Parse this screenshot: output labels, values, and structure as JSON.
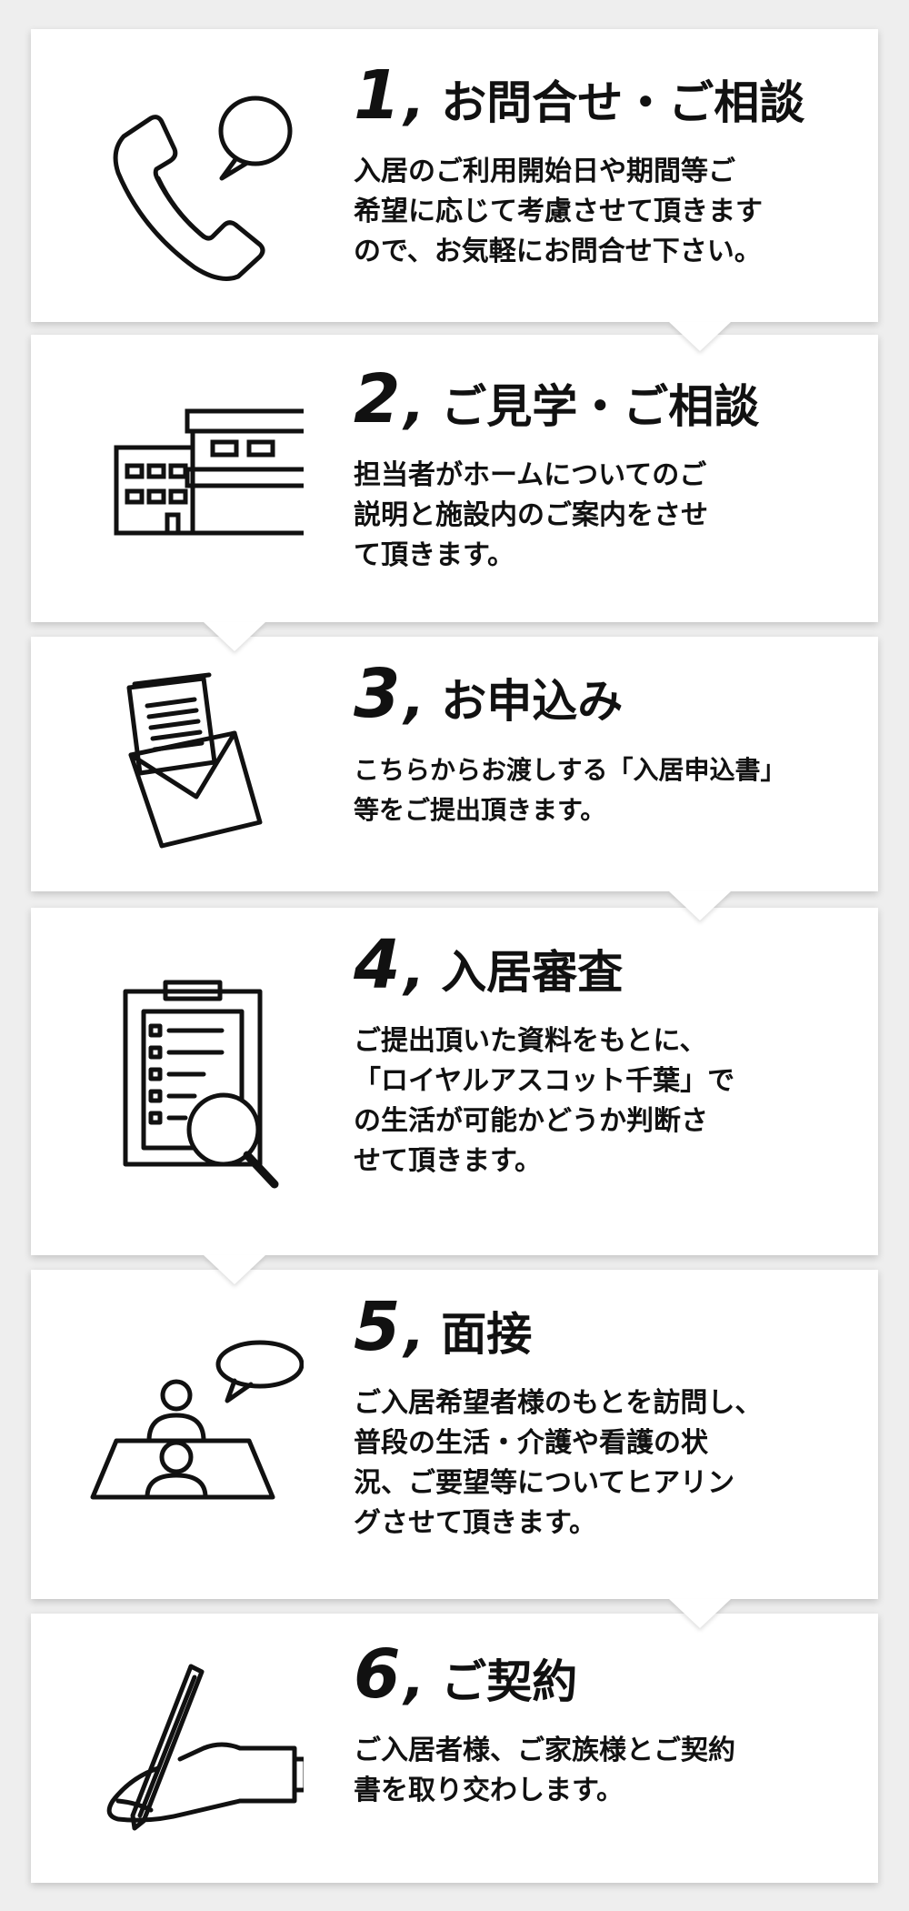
{
  "steps": [
    {
      "number": "1",
      "comma": ",",
      "title": "お問合せ・ご相談",
      "icon": "phone-speech-bubble-icon",
      "body": "入居のご利用開始日や期間等ご\n希望に応じて考慮させて頂きます\nので、お気軽にお問合せ下さい。"
    },
    {
      "number": "2",
      "comma": ",",
      "title": "ご見学・ご相談",
      "icon": "building-icon",
      "body": "担当者がホームについてのご\n説明と施設内のご案内をさせ\nて頂きます。"
    },
    {
      "number": "3",
      "comma": ",",
      "title": "お申込み",
      "icon": "document-envelope-icon",
      "body": "こちらからお渡しする「入居申込書」\n等をご提出頂きます。"
    },
    {
      "number": "4",
      "comma": ",",
      "title": "入居審査",
      "icon": "clipboard-magnifier-icon",
      "body": "ご提出頂いた資料をもとに、\n「ロイヤルアスコット千葉」で\nの生活が可能かどうか判断さ\nせて頂きます。"
    },
    {
      "number": "5",
      "comma": ",",
      "title": "面接",
      "icon": "interview-icon",
      "body": "ご入居希望者様のもとを訪問し、\n普段の生活・介護や看護の状\n況、ご要望等についてヒアリン\nグさせて頂きます。"
    },
    {
      "number": "6",
      "comma": ",",
      "title": "ご契約",
      "icon": "signing-hand-icon",
      "body": "ご入居者様、ご家族様とご契約\n書を取り交わします。"
    }
  ]
}
